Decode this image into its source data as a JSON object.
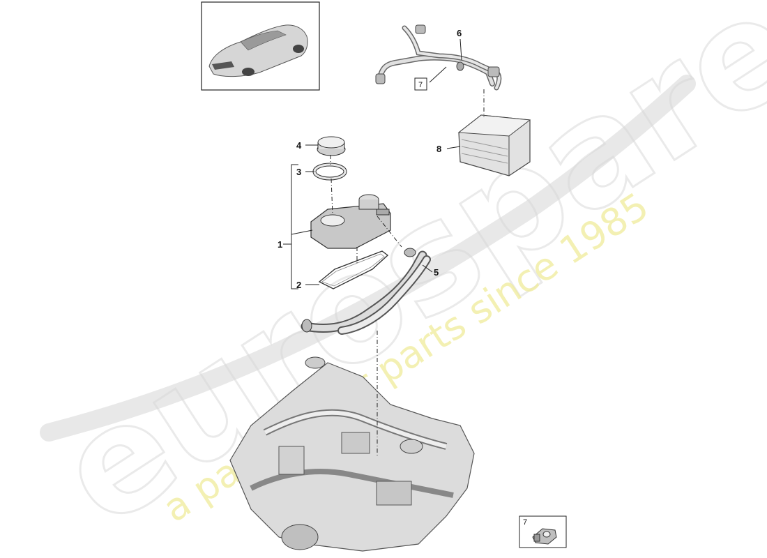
{
  "diagram": {
    "callouts": [
      {
        "id": "callout-1",
        "text": "1"
      },
      {
        "id": "callout-2",
        "text": "2"
      },
      {
        "id": "callout-3",
        "text": "3"
      },
      {
        "id": "callout-4",
        "text": "4"
      },
      {
        "id": "callout-5",
        "text": "5"
      },
      {
        "id": "callout-6",
        "text": "6"
      },
      {
        "id": "callout-7",
        "text": "7"
      },
      {
        "id": "callout-8",
        "text": "8"
      }
    ],
    "detail_inset": {
      "label": "7"
    }
  },
  "watermark": {
    "brand": "eurospares",
    "tagline": "a passion for parts since 1985",
    "colors": {
      "brand_outline": "#d9d9d9",
      "tagline": "#f0ec9a"
    }
  }
}
